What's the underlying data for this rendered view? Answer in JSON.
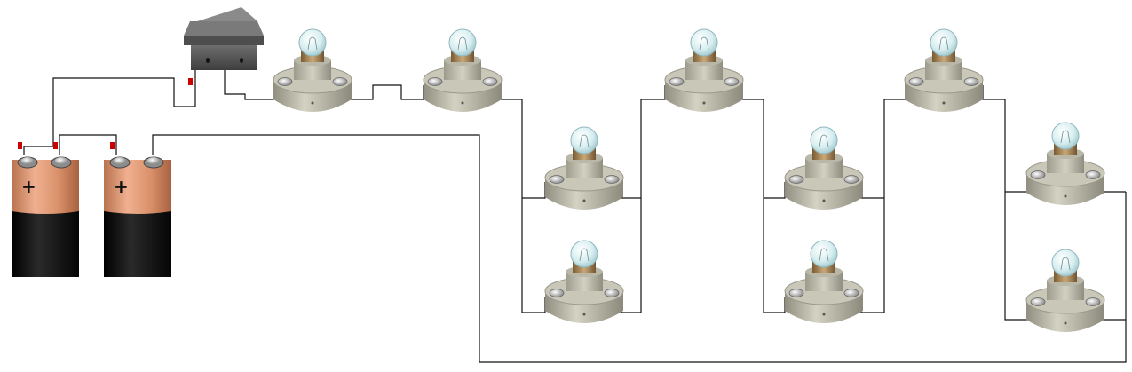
{
  "diagram": {
    "kind": "series-parallel lamp circuit",
    "components": {
      "batteries": [
        {
          "id": "battery-1",
          "terminal_mark": "+"
        },
        {
          "id": "battery-2",
          "terminal_mark": "+"
        }
      ],
      "switch": {
        "id": "rocker-switch",
        "state": "off"
      },
      "lamp_count": 10
    },
    "colors": {
      "wire": "#111111",
      "battery_top": "#d8906a",
      "battery_body": "#111111",
      "lamp_base": "#c3c2b1",
      "switch_body": "#5a5a5a",
      "terminal_marker": "#cc0000"
    }
  }
}
